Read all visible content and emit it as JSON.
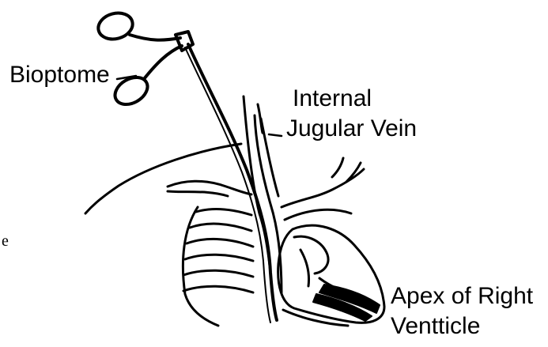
{
  "labels": {
    "bioptome": "Bioptome",
    "internal_jugular_vein_line1": "Internal",
    "internal_jugular_vein_line2": "Jugular Vein",
    "apex_line1": "Apex of Right",
    "apex_line2": "Ventticle",
    "edge_fragment": "e"
  },
  "colors": {
    "ink": "#000000",
    "background": "#ffffff"
  }
}
